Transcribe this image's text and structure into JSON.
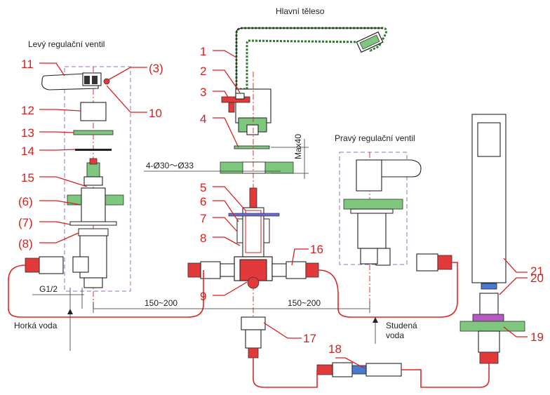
{
  "title_main": "Hlavní těleso",
  "title_left": "Levý regulační ventil",
  "title_right": "Pravý regulační ventil",
  "label_hot": "Horká voda",
  "label_cold_1": "Studená",
  "label_cold_2": "voda",
  "dim_hole": "4-Ø30～Ø33",
  "dim_max": "Max40",
  "dim_thread": "G1/2",
  "dim_left": "150~200",
  "dim_right": "150~200",
  "parts": [
    "1",
    "2",
    "3",
    "4",
    "5",
    "6",
    "7",
    "8",
    "9",
    "10",
    "11",
    "(3)",
    "12",
    "13",
    "14",
    "15",
    "(6)",
    "(7)",
    "(8)",
    "16",
    "17",
    "18",
    "19",
    "20",
    "21"
  ],
  "colors": {
    "leader": "#d62020",
    "counter": "#7fc77f",
    "dashed_box": "#9b6bbf"
  }
}
